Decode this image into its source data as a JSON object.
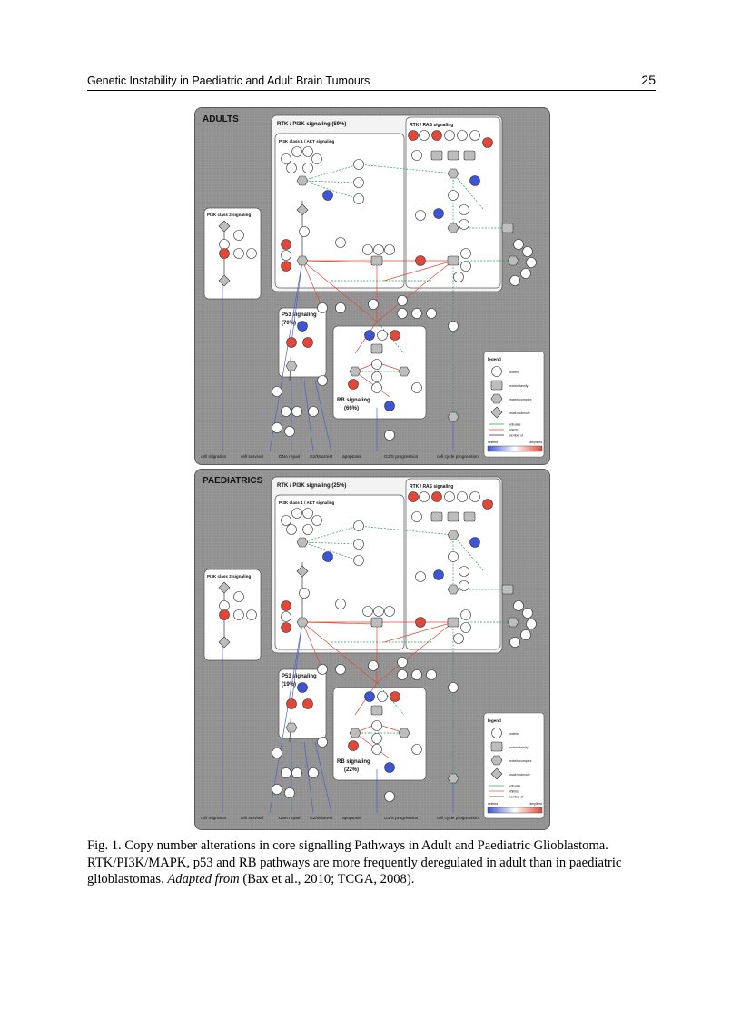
{
  "running_head": {
    "title": "Genetic Instability in Paediatric and Adult Brain Tumours",
    "page_number": "25"
  },
  "figure": {
    "legend": {
      "title": "legend",
      "items": [
        "protein",
        "protein family",
        "protein complex",
        "small molecule"
      ],
      "edge_types": [
        "activates",
        "inhibits",
        "member of"
      ],
      "scale_left": "deleted",
      "scale_right": "amplified"
    },
    "panels": [
      {
        "label": "ADULTS",
        "rtk_pi3k": "RTK / PI3K signaling  (59%)",
        "rtk_ras": "RTK / RAS signaling",
        "pi3k_class1": "PI3K class 1 / AKT signaling",
        "pi3k_class2": "PI3K class 2 signaling",
        "p53": "P53 signaling",
        "p53_pct": "(70%)",
        "rb": "RB signaling",
        "rb_pct": "(66%)",
        "outcomes": [
          "cell migration",
          "cell survival",
          "DNA repair",
          "G2/M arrest",
          "apoptosis",
          "G1/S progression",
          "cell cycle progression"
        ]
      },
      {
        "label": "PAEDIATRICS",
        "rtk_pi3k": "RTK / PI3K signaling  (25%)",
        "rtk_ras": "RTK / RAS signaling",
        "pi3k_class1": "PI3K class 1 / AKT signaling",
        "pi3k_class2": "PI3K class 2 signaling",
        "p53": "P53 signaling",
        "p53_pct": "(19%)",
        "rb": "RB signaling",
        "rb_pct": "(22%)",
        "outcomes": [
          "cell migration",
          "cell survival",
          "DNA repair",
          "G2/M arrest",
          "apoptosis",
          "G1/S progression",
          "cell cycle progression"
        ]
      }
    ]
  },
  "caption": {
    "text": "Fig. 1. Copy number alterations in core signalling Pathways in Adult and Paediatric Glioblastoma.  RTK/PI3K/MAPK, p53 and RB pathways are more frequently deregulated in adult than in paediatric glioblastomas. ",
    "emphasis": "Adapted from",
    "citation": " (Bax et al., 2010; TCGA, 2008)."
  },
  "colors": {
    "panel_bg": "#8e8e8e",
    "box_bg": "#ffffff",
    "activates": "#2a9d5c",
    "inhibits": "#e0493a",
    "member_of": "#333333",
    "outcome_line": "#4a63c7",
    "amplified": "#e2483a",
    "deleted": "#3b55d6"
  }
}
